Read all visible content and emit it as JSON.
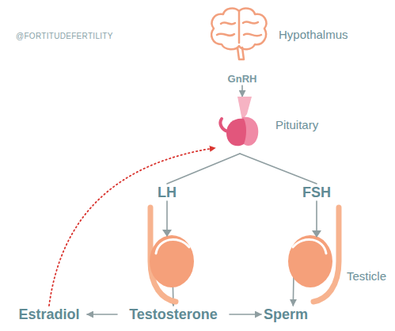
{
  "diagram": {
    "nodes": [
      {
        "text": [
          "Hypothalmus"
        ]
      },
      {
        "text": [
          "GnRH"
        ]
      },
      {
        "text": [
          "Pituitary"
        ]
      },
      {
        "text": [
          "LH"
        ]
      },
      {
        "text": [
          "FSH"
        ]
      },
      {
        "text": [
          "Estradiol"
        ]
      },
      {
        "text": [
          "Testosterone"
        ]
      },
      {
        "text": [
          "Sperm"
        ]
      }
    ],
    "edges": [
      {
        "from": 1,
        "to": 2,
        "arrow": "to"
      },
      {
        "from": 2,
        "to": 3,
        "arrow": "none"
      },
      {
        "from": 2,
        "to": 4,
        "arrow": "none"
      },
      {
        "from": 3,
        "to": 6,
        "arrow": "to"
      },
      {
        "from": 4,
        "to": 7,
        "arrow": "to"
      },
      {
        "from": 6,
        "to": 5,
        "arrow": "to"
      },
      {
        "from": 6,
        "to": 7,
        "arrow": "to"
      },
      {
        "from": 5,
        "to": 2,
        "arrow": "to"
      }
    ],
    "labels": [
      "@FORTITUDEFERTILITY",
      "Testicle"
    ]
  }
}
